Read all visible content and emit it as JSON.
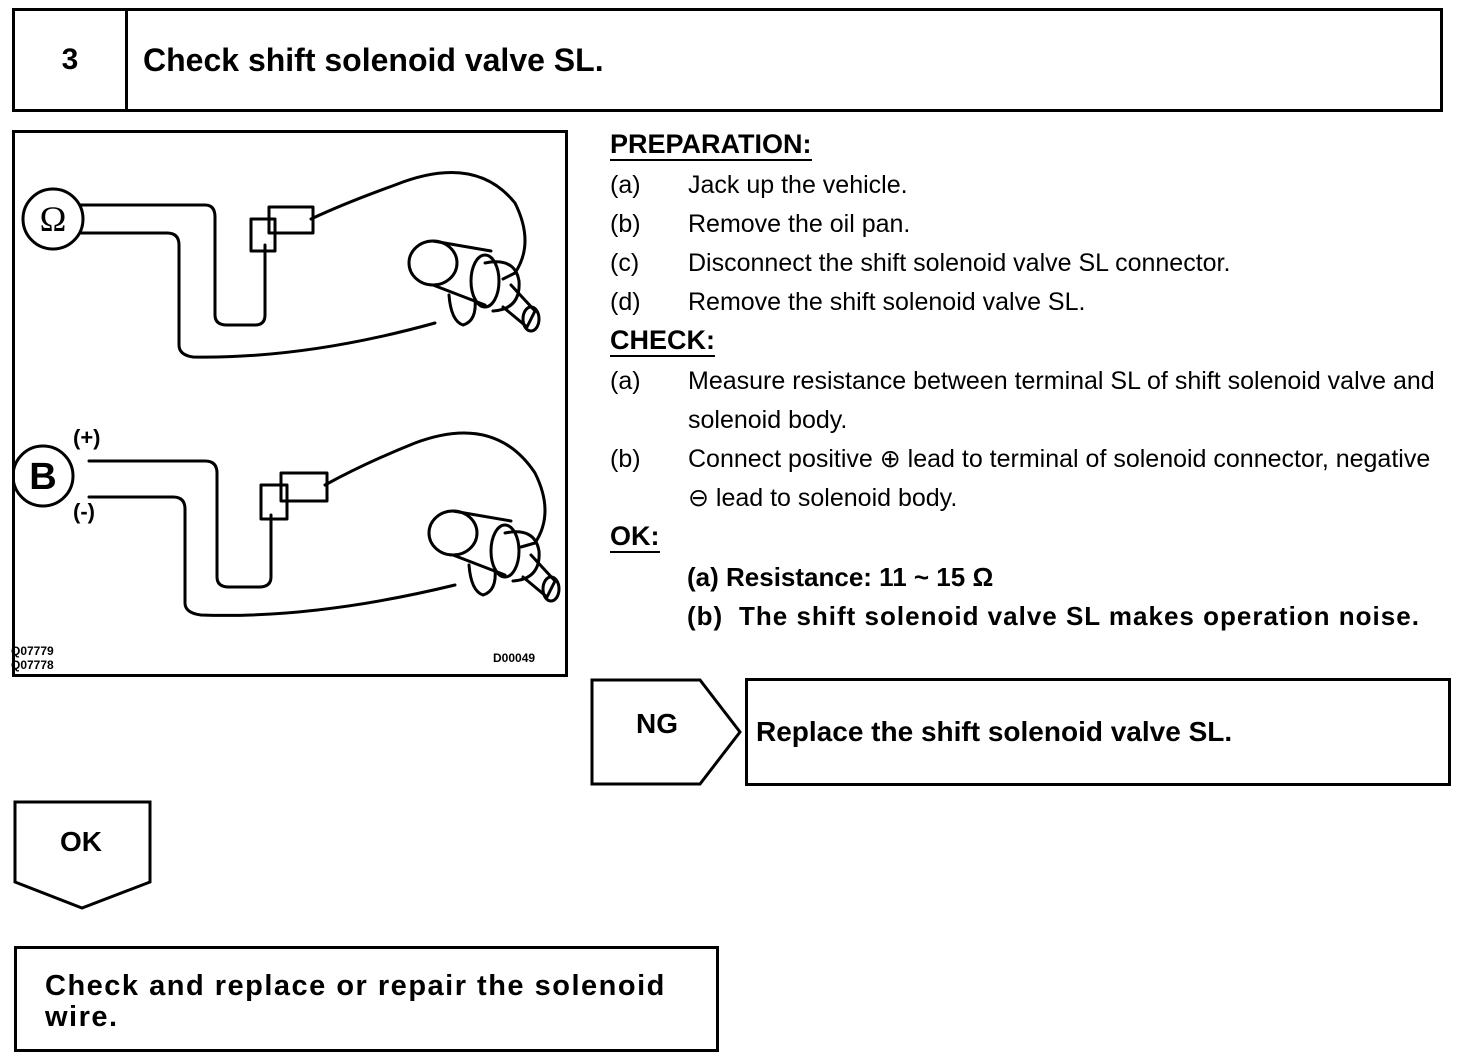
{
  "header": {
    "step_number": "3",
    "title": "Check shift solenoid valve SL."
  },
  "figure": {
    "meter_symbol": "Ω",
    "battery_symbol": "B",
    "plus_label": "(+)",
    "minus_label": "(-)",
    "code_left_1": "Q07779",
    "code_left_2": "Q07778",
    "code_right": "D00049"
  },
  "preparation": {
    "heading": "PREPARATION:",
    "items": [
      {
        "label": "(a)",
        "text": "Jack up the vehicle."
      },
      {
        "label": "(b)",
        "text": "Remove the oil pan."
      },
      {
        "label": "(c)",
        "text": "Disconnect the shift solenoid valve SL connector."
      },
      {
        "label": "(d)",
        "text": "Remove the shift solenoid valve SL."
      }
    ]
  },
  "check": {
    "heading": "CHECK:",
    "items": [
      {
        "label": "(a)",
        "text": "Measure resistance between terminal SL of shift solenoid valve and solenoid body."
      },
      {
        "label": "(b)",
        "text": "Connect positive ⊕ lead to terminal of solenoid connector, negative ⊖ lead to solenoid body."
      }
    ]
  },
  "ok_spec": {
    "heading": "OK:",
    "a": "(a) Resistance: 11 ~ 15 Ω",
    "b_label": "(b)",
    "b_text": "The shift solenoid valve SL makes operation noise."
  },
  "ng_branch": {
    "label": "NG",
    "action": "Replace the shift solenoid valve SL."
  },
  "ok_branch": {
    "label": "OK",
    "action": "Check and replace or repair the solenoid wire."
  }
}
